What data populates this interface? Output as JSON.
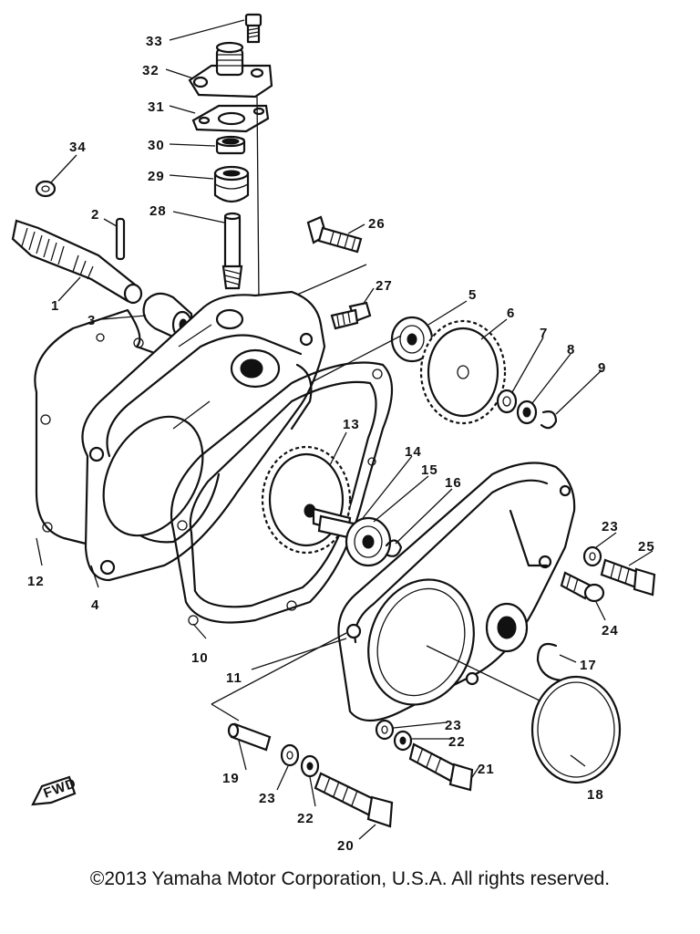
{
  "callouts": {
    "c1": "1",
    "c2": "2",
    "c3": "3",
    "c4": "4",
    "c5": "5",
    "c6": "6",
    "c7": "7",
    "c8": "8",
    "c9": "9",
    "c10": "10",
    "c11": "11",
    "c12": "12",
    "c13": "13",
    "c14": "14",
    "c15": "15",
    "c16": "16",
    "c17": "17",
    "c18": "18",
    "c19": "19",
    "c20": "20",
    "c21": "21",
    "c22a": "22",
    "c22b": "22",
    "c23a": "23",
    "c23b": "23",
    "c23c": "23",
    "c24": "24",
    "c25": "25",
    "c26": "26",
    "c27": "27",
    "c28": "28",
    "c29": "29",
    "c30": "30",
    "c31": "31",
    "c32": "32",
    "c33": "33",
    "c34": "34"
  },
  "fwd_label": "FWD",
  "copyright": "©2013 Yamaha Motor Corporation, U.S.A. All rights reserved."
}
